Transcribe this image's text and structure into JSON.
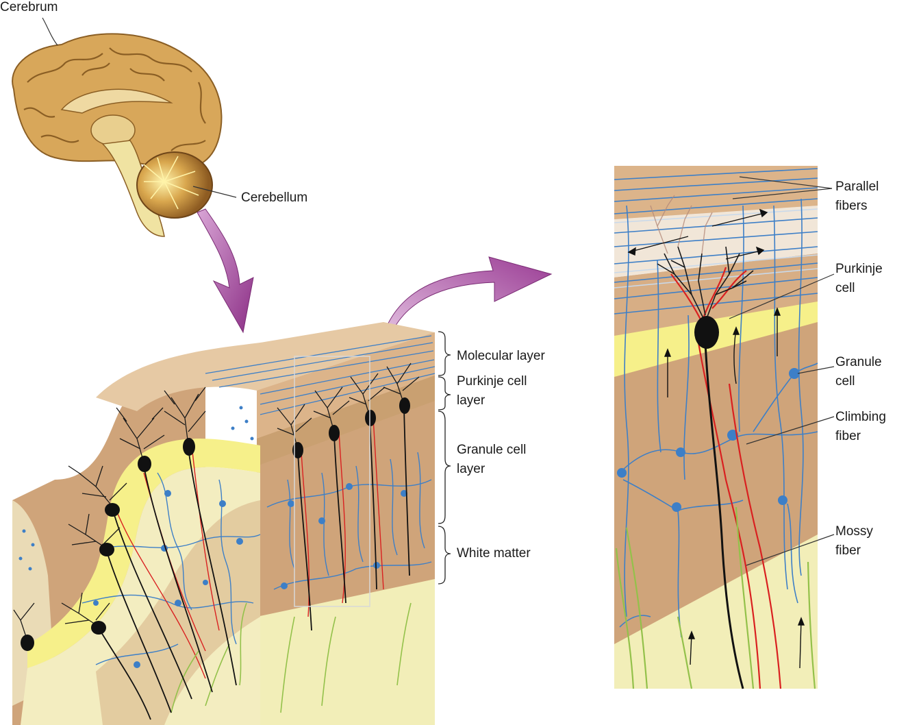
{
  "labels": {
    "cerebrum": "Cerebrum",
    "cerebellum": "Cerebellum",
    "molecular_layer": "Molecular layer",
    "purkinje_layer_1": "Purkinje cell",
    "purkinje_layer_2": "layer",
    "granule_layer_1": "Granule cell",
    "granule_layer_2": "layer",
    "white_matter": "White matter",
    "parallel_1": "Parallel",
    "parallel_2": "fibers",
    "purkinje_1": "Purkinje",
    "purkinje_2": "cell",
    "granule_1": "Granule",
    "granule_2": "cell",
    "climbing_1": "Climbing",
    "climbing_2": "fiber",
    "mossy_1": "Mossy",
    "mossy_2": "fiber"
  },
  "colors": {
    "tissue": "#cfa47a",
    "molecular": "#e6c9a4",
    "purkinje_band": "#f6f08a",
    "white_matter": "#f2eeb8",
    "brain": "#d8a75a",
    "brain_dark": "#a9772f",
    "arrow": "#a34699",
    "granule_fiber": "#3d7fc7",
    "climbing_fiber": "#d92020",
    "mossy_fiber": "#93c14a",
    "purkinje_cell": "#111111"
  },
  "icons": [
    "brain-illustration",
    "cerebellum-tissue-block",
    "enlarged-tissue-panel",
    "pointer-arrow"
  ]
}
